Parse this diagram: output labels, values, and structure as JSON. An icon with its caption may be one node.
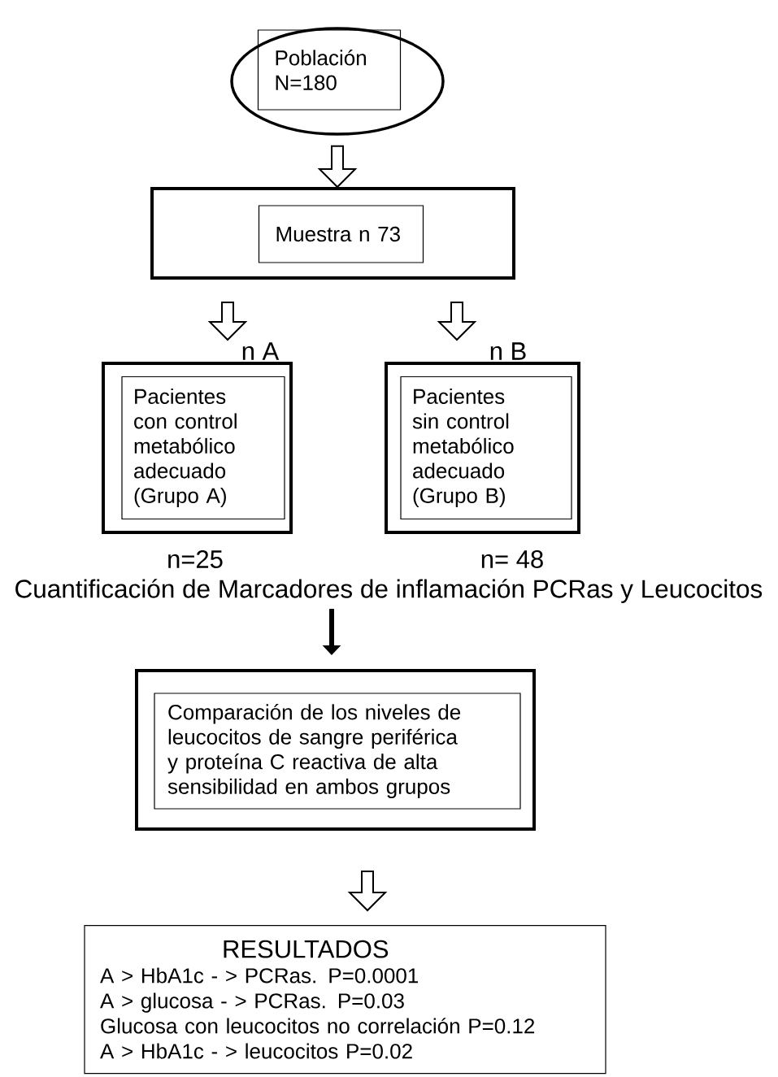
{
  "diagram": {
    "nodes": [
      {
        "text": [],
        "shape": "circle"
      },
      {
        "text": [
          "Población N=180"
        ],
        "in": 0
      },
      {
        "text": [],
        "shape": "box"
      },
      {
        "text": [
          "Muestra n 73"
        ],
        "in": 2
      },
      {
        "text": [],
        "shape": "box",
        "beside": [
          "n A",
          "n=25"
        ]
      },
      {
        "text": [
          "Pacientes con control metabólico adecuado (Grupo A)"
        ],
        "in": 4
      },
      {
        "text": [],
        "shape": "box",
        "beside": [
          "n B",
          "n= 48"
        ]
      },
      {
        "text": [
          "Pacientes sin control metabólico adecuado (Grupo B)"
        ],
        "in": 6
      },
      {
        "text": [
          "Cuantificación de Marcadores de inflamación PCRas y Leucocitos"
        ]
      },
      {
        "text": [],
        "shape": "box"
      },
      {
        "text": [
          "Comparación de los niveles de leucocitos de sangre periférica y proteína C reactiva de alta sensibilidad en ambos grupos"
        ],
        "in": 9
      },
      {
        "text": [
          "RESULTADOS",
          "A > HbA1c - > PCRas. P=0.0001",
          "A > glucosa - > PCRas. P=0.03",
          "Glucosa con leucocitos no correlación P=0.12",
          "A > HbA1c - > leucocitos P=0.02"
        ]
      }
    ],
    "edges": [
      {
        "from": 0,
        "to": 2,
        "arrow": "to",
        "style": "thick"
      },
      {
        "from": 2,
        "to": 4,
        "arrow": "to",
        "style": "thick"
      },
      {
        "from": 2,
        "to": 6,
        "arrow": "to",
        "style": "thick"
      },
      {
        "from": 8,
        "to": 9,
        "arrow": "to"
      },
      {
        "from": 9,
        "to": 11,
        "arrow": "to",
        "style": "thick"
      }
    ]
  }
}
